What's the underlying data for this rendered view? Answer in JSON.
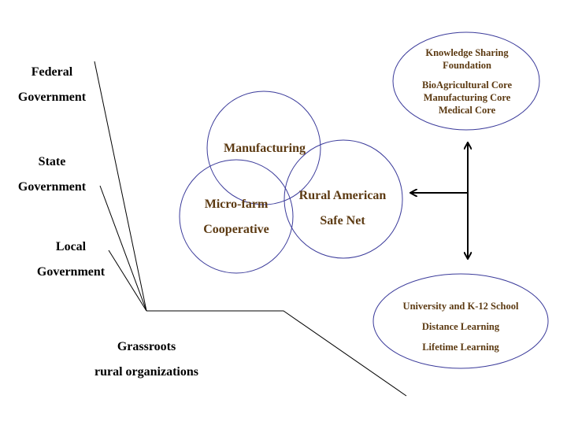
{
  "colors": {
    "text_dark": "#000000",
    "text_brown": "#5c3a12",
    "circle_stroke": "#3a3a9a",
    "line": "#000000"
  },
  "hierarchy": {
    "federal": [
      "Federal",
      "Government"
    ],
    "state": [
      "State",
      "Government"
    ],
    "local": [
      "Local",
      "Government"
    ],
    "grassroots": [
      "Grassroots",
      "rural organizations"
    ]
  },
  "circles": {
    "manufacturing": "Manufacturing",
    "microfarm": [
      "Micro-farm",
      "Cooperative"
    ],
    "rural": [
      "Rural American",
      "Safe Net"
    ]
  },
  "ovals": {
    "knowledge": {
      "title": [
        "Knowledge Sharing",
        "Foundation"
      ],
      "items": [
        "BioAgricultural Core",
        "Manufacturing Core",
        "Medical Core"
      ]
    },
    "university": {
      "title": "University and K-12 School",
      "items": [
        "Distance Learning",
        "Lifetime Learning"
      ]
    }
  }
}
